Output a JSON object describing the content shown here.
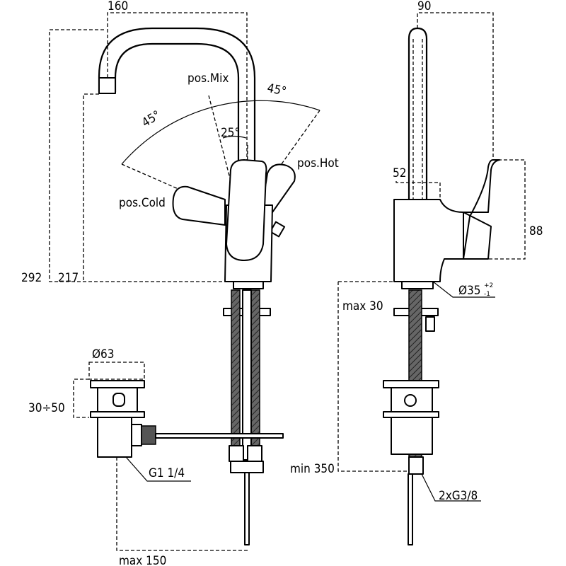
{
  "dimensions": {
    "spout_reach": "160",
    "overall_height": "292",
    "spout_height": "217",
    "side_reach": "90",
    "body_depth": "52",
    "handle_height": "88",
    "hole_diameter": "Ø35",
    "hole_tol_upper": "+2",
    "hole_tol_lower": "-1",
    "max_deck": "max 30",
    "min_hose": "min 350",
    "hose_thread": "2xG3/8",
    "waste_diameter": "Ø63",
    "waste_range": "30÷50",
    "waste_thread": "G1 1/4",
    "rod_length": "max 150"
  },
  "lever_positions": {
    "mix": "pos.Mix",
    "hot": "pos.Hot",
    "cold": "pos.Cold"
  },
  "angles": {
    "left": "45°",
    "right": "45°",
    "tilt": "25°"
  }
}
